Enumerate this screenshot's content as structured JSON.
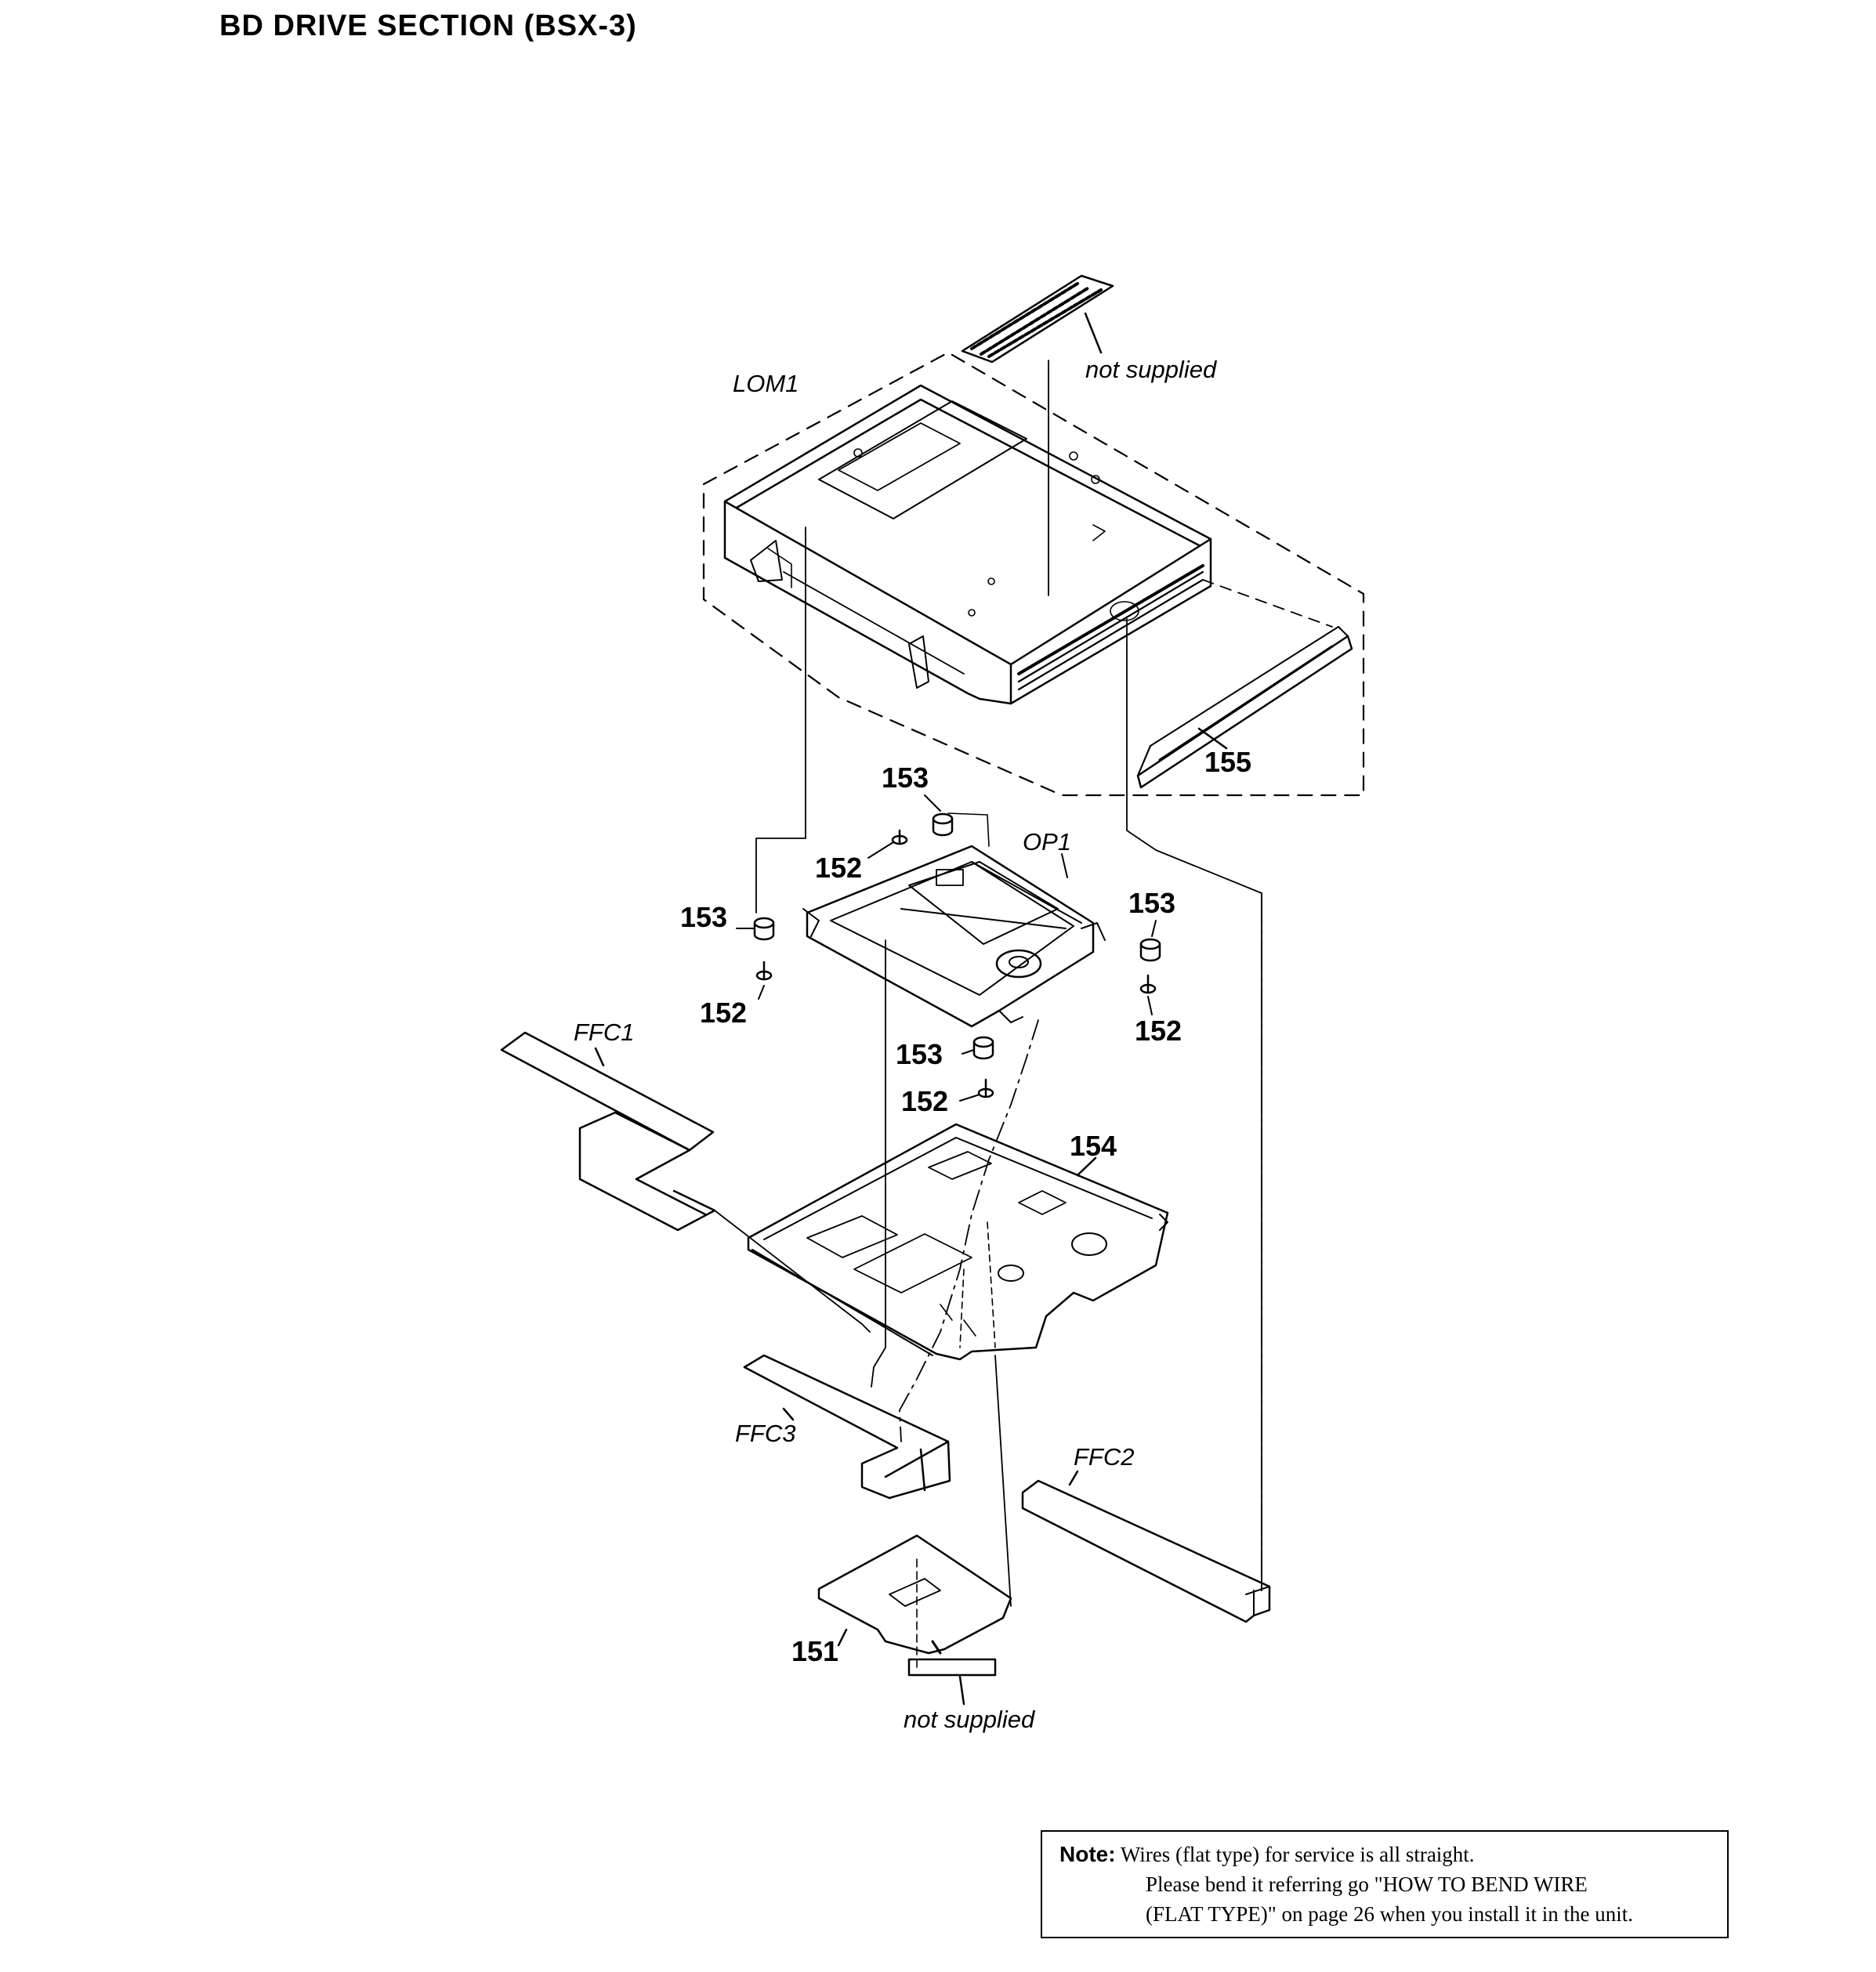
{
  "page": {
    "title": "BD DRIVE SECTION (BSX-3)"
  },
  "labels": {
    "lom1": "LOM1",
    "not_supplied_top": "not supplied",
    "p155": "155",
    "p153": "153",
    "p152": "152",
    "op1": "OP1",
    "ffc1": "FFC1",
    "p154": "154",
    "ffc3": "FFC3",
    "ffc2": "FFC2",
    "p151": "151",
    "not_supplied_bottom": "not supplied"
  },
  "note": {
    "label": "Note:",
    "line1": "Wires (flat type) for service is all straight.",
    "line2": "Please bend it referring go \"HOW TO BEND WIRE",
    "line3": "(FLAT TYPE)\" on page 26 when you install it in the unit."
  }
}
